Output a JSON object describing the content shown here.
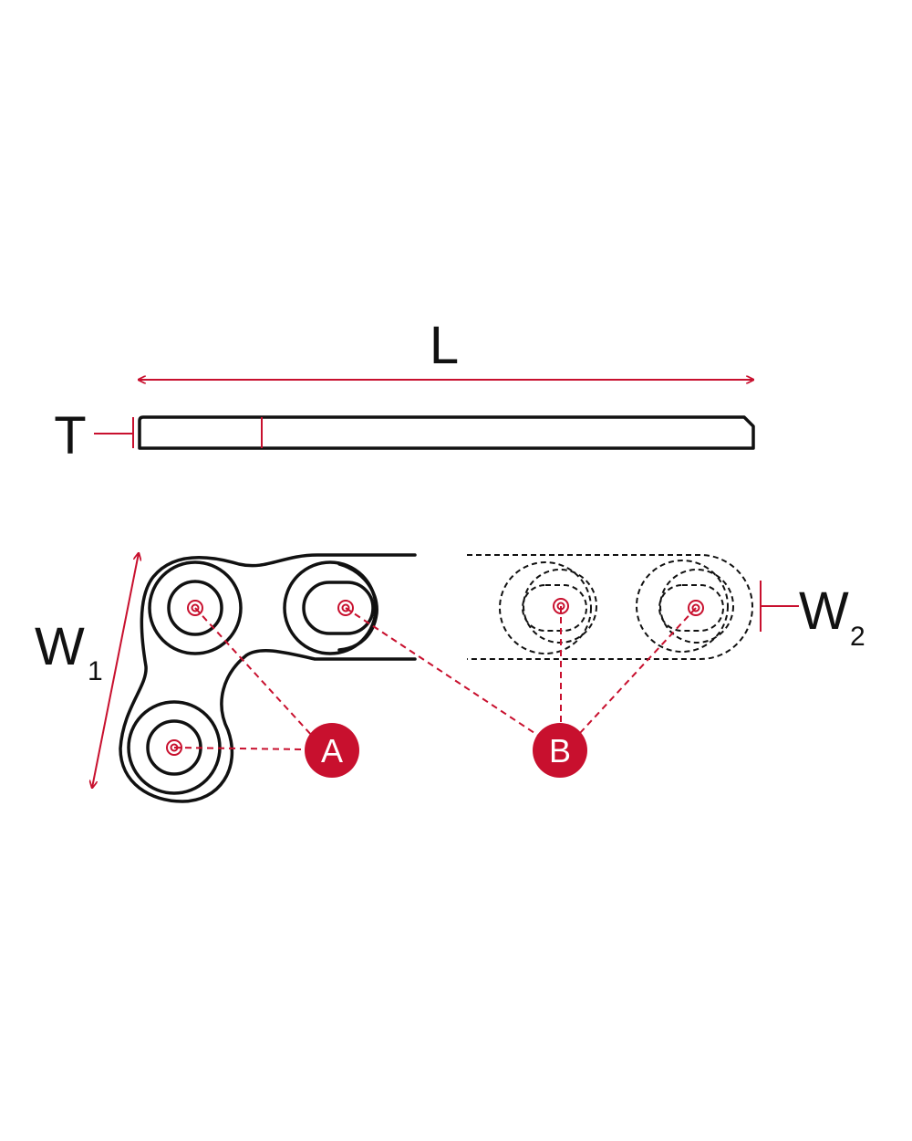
{
  "labels": {
    "length": "L",
    "thickness": "T",
    "width1_main": "W",
    "width1_sub": "1",
    "width2_main": "W",
    "width2_sub": "2"
  },
  "callouts": {
    "a": "A",
    "b": "B"
  },
  "colors": {
    "accent": "#c8102e",
    "outline": "#111111",
    "background": "#ffffff"
  }
}
